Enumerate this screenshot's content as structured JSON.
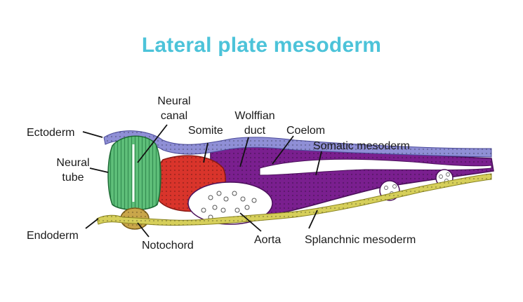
{
  "title": "Lateral plate mesoderm",
  "labels": {
    "ectoderm": "Ectoderm",
    "neural_tube_1": "Neural",
    "neural_tube_2": "tube",
    "endoderm": "Endoderm",
    "neural_canal_1": "Neural",
    "neural_canal_2": "canal",
    "somite": "Somite",
    "wolffian_1": "Wolffian",
    "wolffian_2": "duct",
    "coelom": "Coelom",
    "somatic_mesoderm": "Somatic mesoderm",
    "notochord": "Notochord",
    "aorta": "Aorta",
    "splanchnic_mesoderm": "Splanchnic mesoderm"
  },
  "colors": {
    "title": "#4cc3d9",
    "ectoderm": "#8f8fd6",
    "neural_tube": "#5fbf7a",
    "somite": "#d9342b",
    "mesoderm": "#7a1f8f",
    "endoderm": "#d6cf5a",
    "notochord": "#c9a64a"
  }
}
